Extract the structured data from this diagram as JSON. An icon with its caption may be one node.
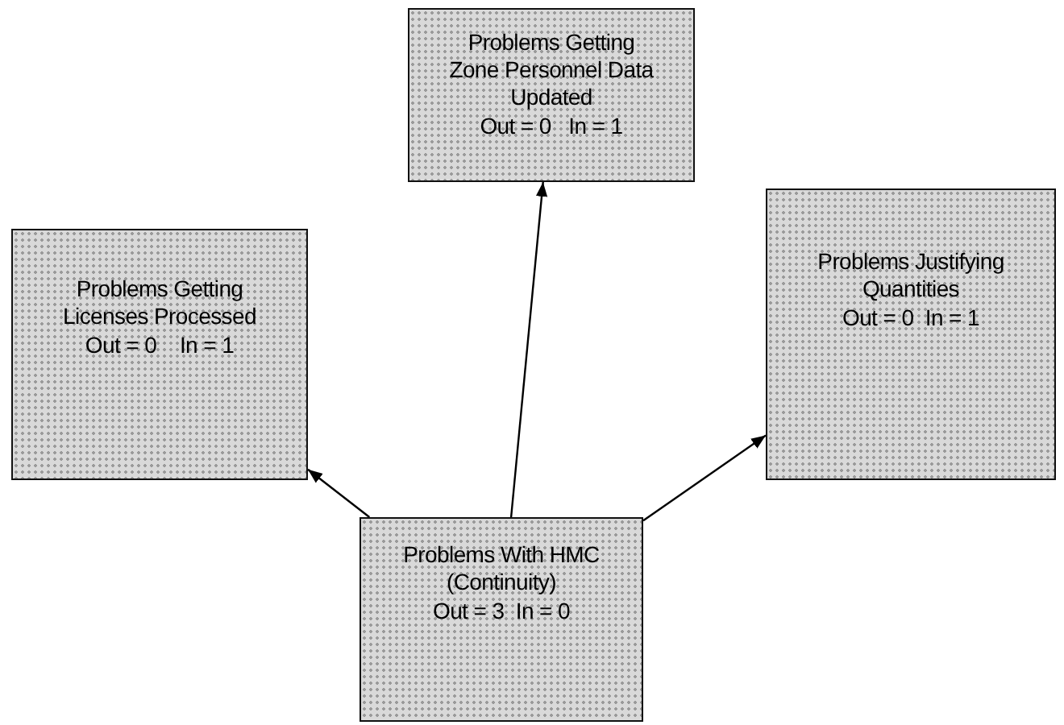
{
  "diagram": {
    "nodes": [
      {
        "text": [
          "Problems Getting Zone Personnel Data Updated",
          "Out = 0   In = 1"
        ]
      },
      {
        "text": [
          "Problems Getting Licenses Processed",
          "Out = 0    In = 1"
        ]
      },
      {
        "text": [
          "Problems Justifying Quantities",
          "Out = 0  In = 1"
        ]
      },
      {
        "text": [
          "Problems With HMC (Continuity)",
          "Out = 3  In = 0"
        ]
      }
    ],
    "edges": [
      {
        "from": 3,
        "to": 0,
        "arrow": "to"
      },
      {
        "from": 3,
        "to": 1,
        "arrow": "to"
      },
      {
        "from": 3,
        "to": 2,
        "arrow": "to"
      }
    ]
  }
}
